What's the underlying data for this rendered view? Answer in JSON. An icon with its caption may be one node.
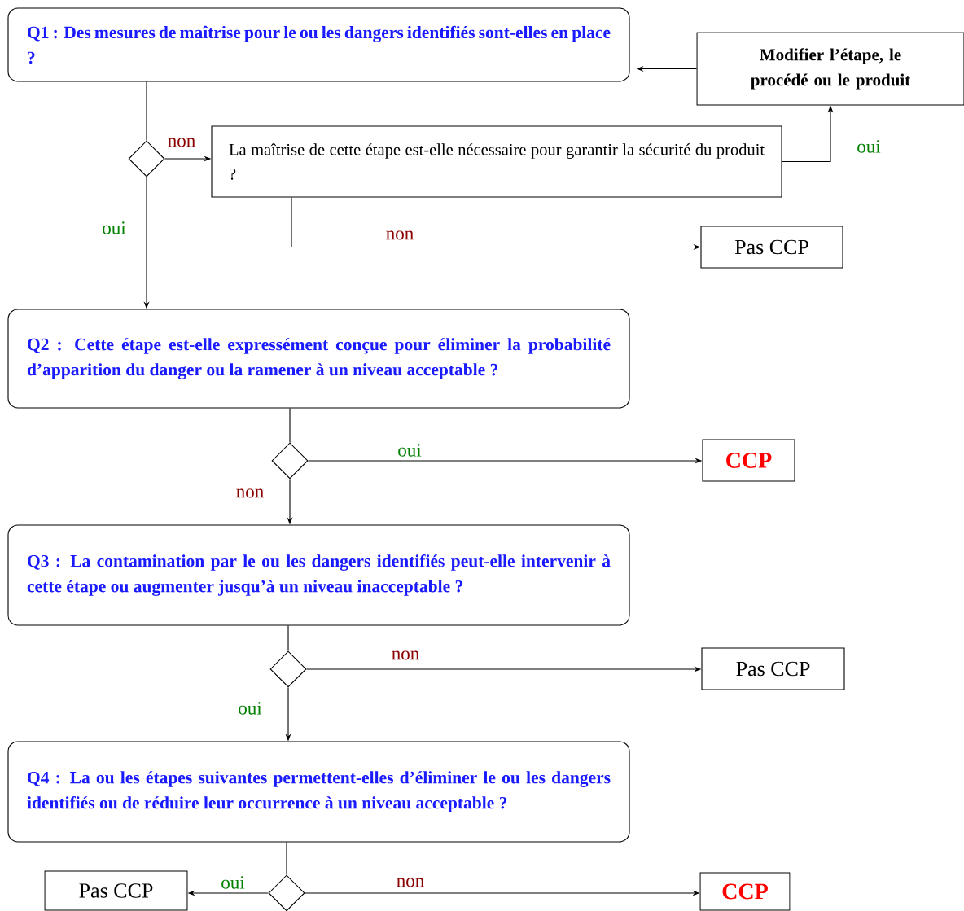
{
  "diagram": {
    "nodes": [
      {
        "text": [
          "Q1 : Des mesures de maîtrise pour le ou les dangers identifiés sont-elles en place ?"
        ]
      },
      {
        "text": [
          "Modifier l’étape, le procédé ou le produit"
        ]
      },
      {
        "text": [],
        "shape": "diamond"
      },
      {
        "text": [
          "La maîtrise de cette étape est-elle nécessaire pour garantir la sécurité du produit ?"
        ]
      },
      {
        "text": [
          "Pas CCP"
        ]
      },
      {
        "text": [
          "Q2 : Cette étape est-elle expressément conçue pour éliminer la probabilité d’apparition du danger ou la ramener à un niveau acceptable ?"
        ]
      },
      {
        "text": [],
        "shape": "diamond"
      },
      {
        "text": [
          "CCP"
        ]
      },
      {
        "text": [
          "Q3 : La contamination par le ou les dangers identifiés peut-elle intervenir à cette étape ou augmenter jusqu’à un niveau inacceptable ?"
        ]
      },
      {
        "text": [],
        "shape": "diamond"
      },
      {
        "text": [
          "Pas CCP"
        ]
      },
      {
        "text": [
          "Q4 : La ou les étapes suivantes permettent-elles d’éliminer le ou les dangers identifiés ou de réduire leur occurrence à un niveau acceptable ?"
        ]
      },
      {
        "text": [],
        "shape": "diamond"
      },
      {
        "text": [
          "Pas CCP"
        ]
      },
      {
        "text": [
          "CCP"
        ]
      }
    ],
    "edges": [
      {
        "from": 0,
        "to": 2,
        "arrow": "none"
      },
      {
        "from": 2,
        "to": 3,
        "arrow": "to",
        "label": "non"
      },
      {
        "from": 3,
        "to": 1,
        "arrow": "to",
        "label": "oui"
      },
      {
        "from": 1,
        "to": 0,
        "arrow": "to"
      },
      {
        "from": 3,
        "to": 4,
        "arrow": "to",
        "label": "non"
      },
      {
        "from": 2,
        "to": 5,
        "arrow": "to",
        "label": "oui"
      },
      {
        "from": 5,
        "to": 6,
        "arrow": "none"
      },
      {
        "from": 6,
        "to": 7,
        "arrow": "to",
        "label": "oui"
      },
      {
        "from": 6,
        "to": 8,
        "arrow": "to",
        "label": "non"
      },
      {
        "from": 8,
        "to": 9,
        "arrow": "none"
      },
      {
        "from": 9,
        "to": 10,
        "arrow": "to",
        "label": "non"
      },
      {
        "from": 9,
        "to": 11,
        "arrow": "to",
        "label": "oui"
      },
      {
        "from": 11,
        "to": 12,
        "arrow": "none"
      },
      {
        "from": 12,
        "to": 13,
        "arrow": "to",
        "label": "oui"
      },
      {
        "from": 12,
        "to": 14,
        "arrow": "to",
        "label": "non"
      }
    ]
  }
}
